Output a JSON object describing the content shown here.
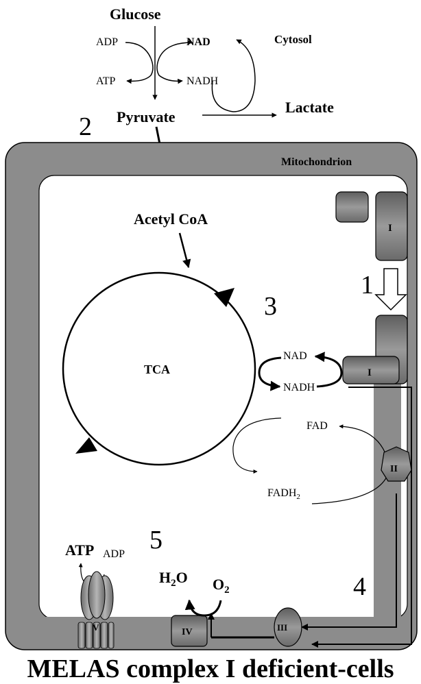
{
  "title": "MELAS complex I deficient-cells",
  "compartments": {
    "cytosol": "Cytosol",
    "mitochondrion": "Mitochondrion"
  },
  "metabolites": {
    "glucose": "Glucose",
    "pyruvate": "Pyruvate",
    "lactate": "Lactate",
    "acetyl_coa": "Acetyl CoA",
    "tca": "TCA",
    "adp": "ADP",
    "atp": "ATP",
    "nad": "NAD",
    "nadh": "NADH",
    "fad": "FAD",
    "fadh2_base": "FADH",
    "fadh2_sub": "2",
    "h2o_h": "H",
    "h2o_sub": "2",
    "h2o_o": "O",
    "o2_o": "O",
    "o2_sub": "2"
  },
  "complexes": {
    "c1": "I",
    "c2": "II",
    "c3": "III",
    "c4": "IV",
    "c5": "V"
  },
  "step_numbers": {
    "s1": "1",
    "s2": "2",
    "s3": "3",
    "s4": "4",
    "s5": "5"
  },
  "colors": {
    "membrane": "#8c8c8c",
    "complex": "#7a7a7a",
    "matrix": "#ffffff",
    "outline": "#000000"
  }
}
